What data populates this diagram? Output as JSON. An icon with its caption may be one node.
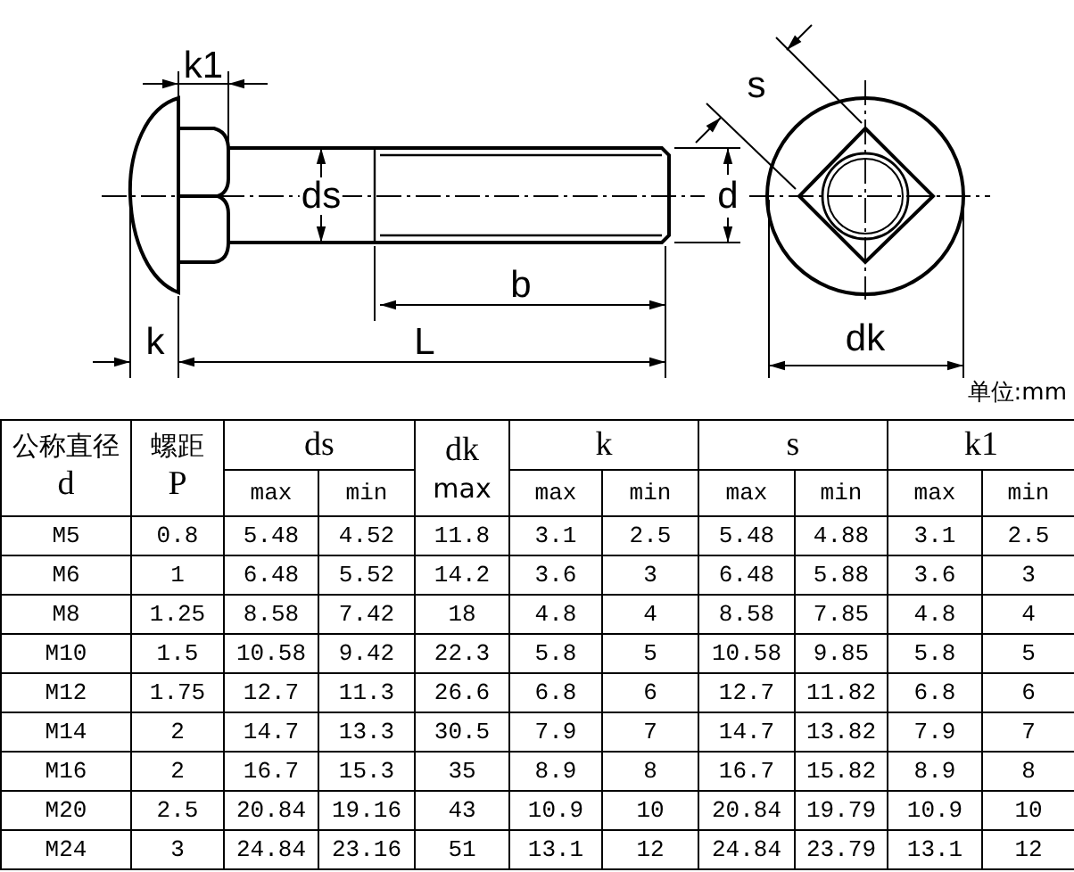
{
  "diagram": {
    "labels": [
      "k1",
      "s",
      "ds",
      "d",
      "b",
      "k",
      "L",
      "dk",
      "单位:mm",
      "公称直径",
      "螺距",
      "ds",
      "dk",
      "k",
      "s",
      "k1",
      "d",
      "P",
      "max",
      "min",
      "max",
      "max",
      "min",
      "max",
      "min",
      "max",
      "min",
      "M5",
      "0.8",
      "5.48",
      "4.52",
      "11.8",
      "3.1",
      "2.5",
      "5.48",
      "4.88",
      "3.1",
      "2.5",
      "M6",
      "1",
      "6.48",
      "5.52",
      "14.2",
      "3.6",
      "3",
      "6.48",
      "5.88",
      "3.6",
      "3",
      "M8",
      "1.25",
      "8.58",
      "7.42",
      "18",
      "4.8",
      "4",
      "8.58",
      "7.85",
      "4.8",
      "4",
      "M10",
      "1.5",
      "10.58",
      "9.42",
      "22.3",
      "5.8",
      "5",
      "10.58",
      "9.85",
      "5.8",
      "5",
      "M12",
      "1.75",
      "12.7",
      "11.3",
      "26.6",
      "6.8",
      "6",
      "12.7",
      "11.82",
      "6.8",
      "6",
      "M14",
      "2",
      "14.7",
      "13.3",
      "30.5",
      "7.9",
      "7",
      "14.7",
      "13.82",
      "7.9",
      "7",
      "M16",
      "2",
      "16.7",
      "15.3",
      "35",
      "8.9",
      "8",
      "16.7",
      "15.82",
      "8.9",
      "8",
      "M20",
      "2.5",
      "20.84",
      "19.16",
      "43",
      "10.9",
      "10",
      "20.84",
      "19.79",
      "10.9",
      "10",
      "M24",
      "3",
      "24.84",
      "23.16",
      "51",
      "13.1",
      "12",
      "24.84",
      "23.79",
      "13.1",
      "12"
    ]
  }
}
